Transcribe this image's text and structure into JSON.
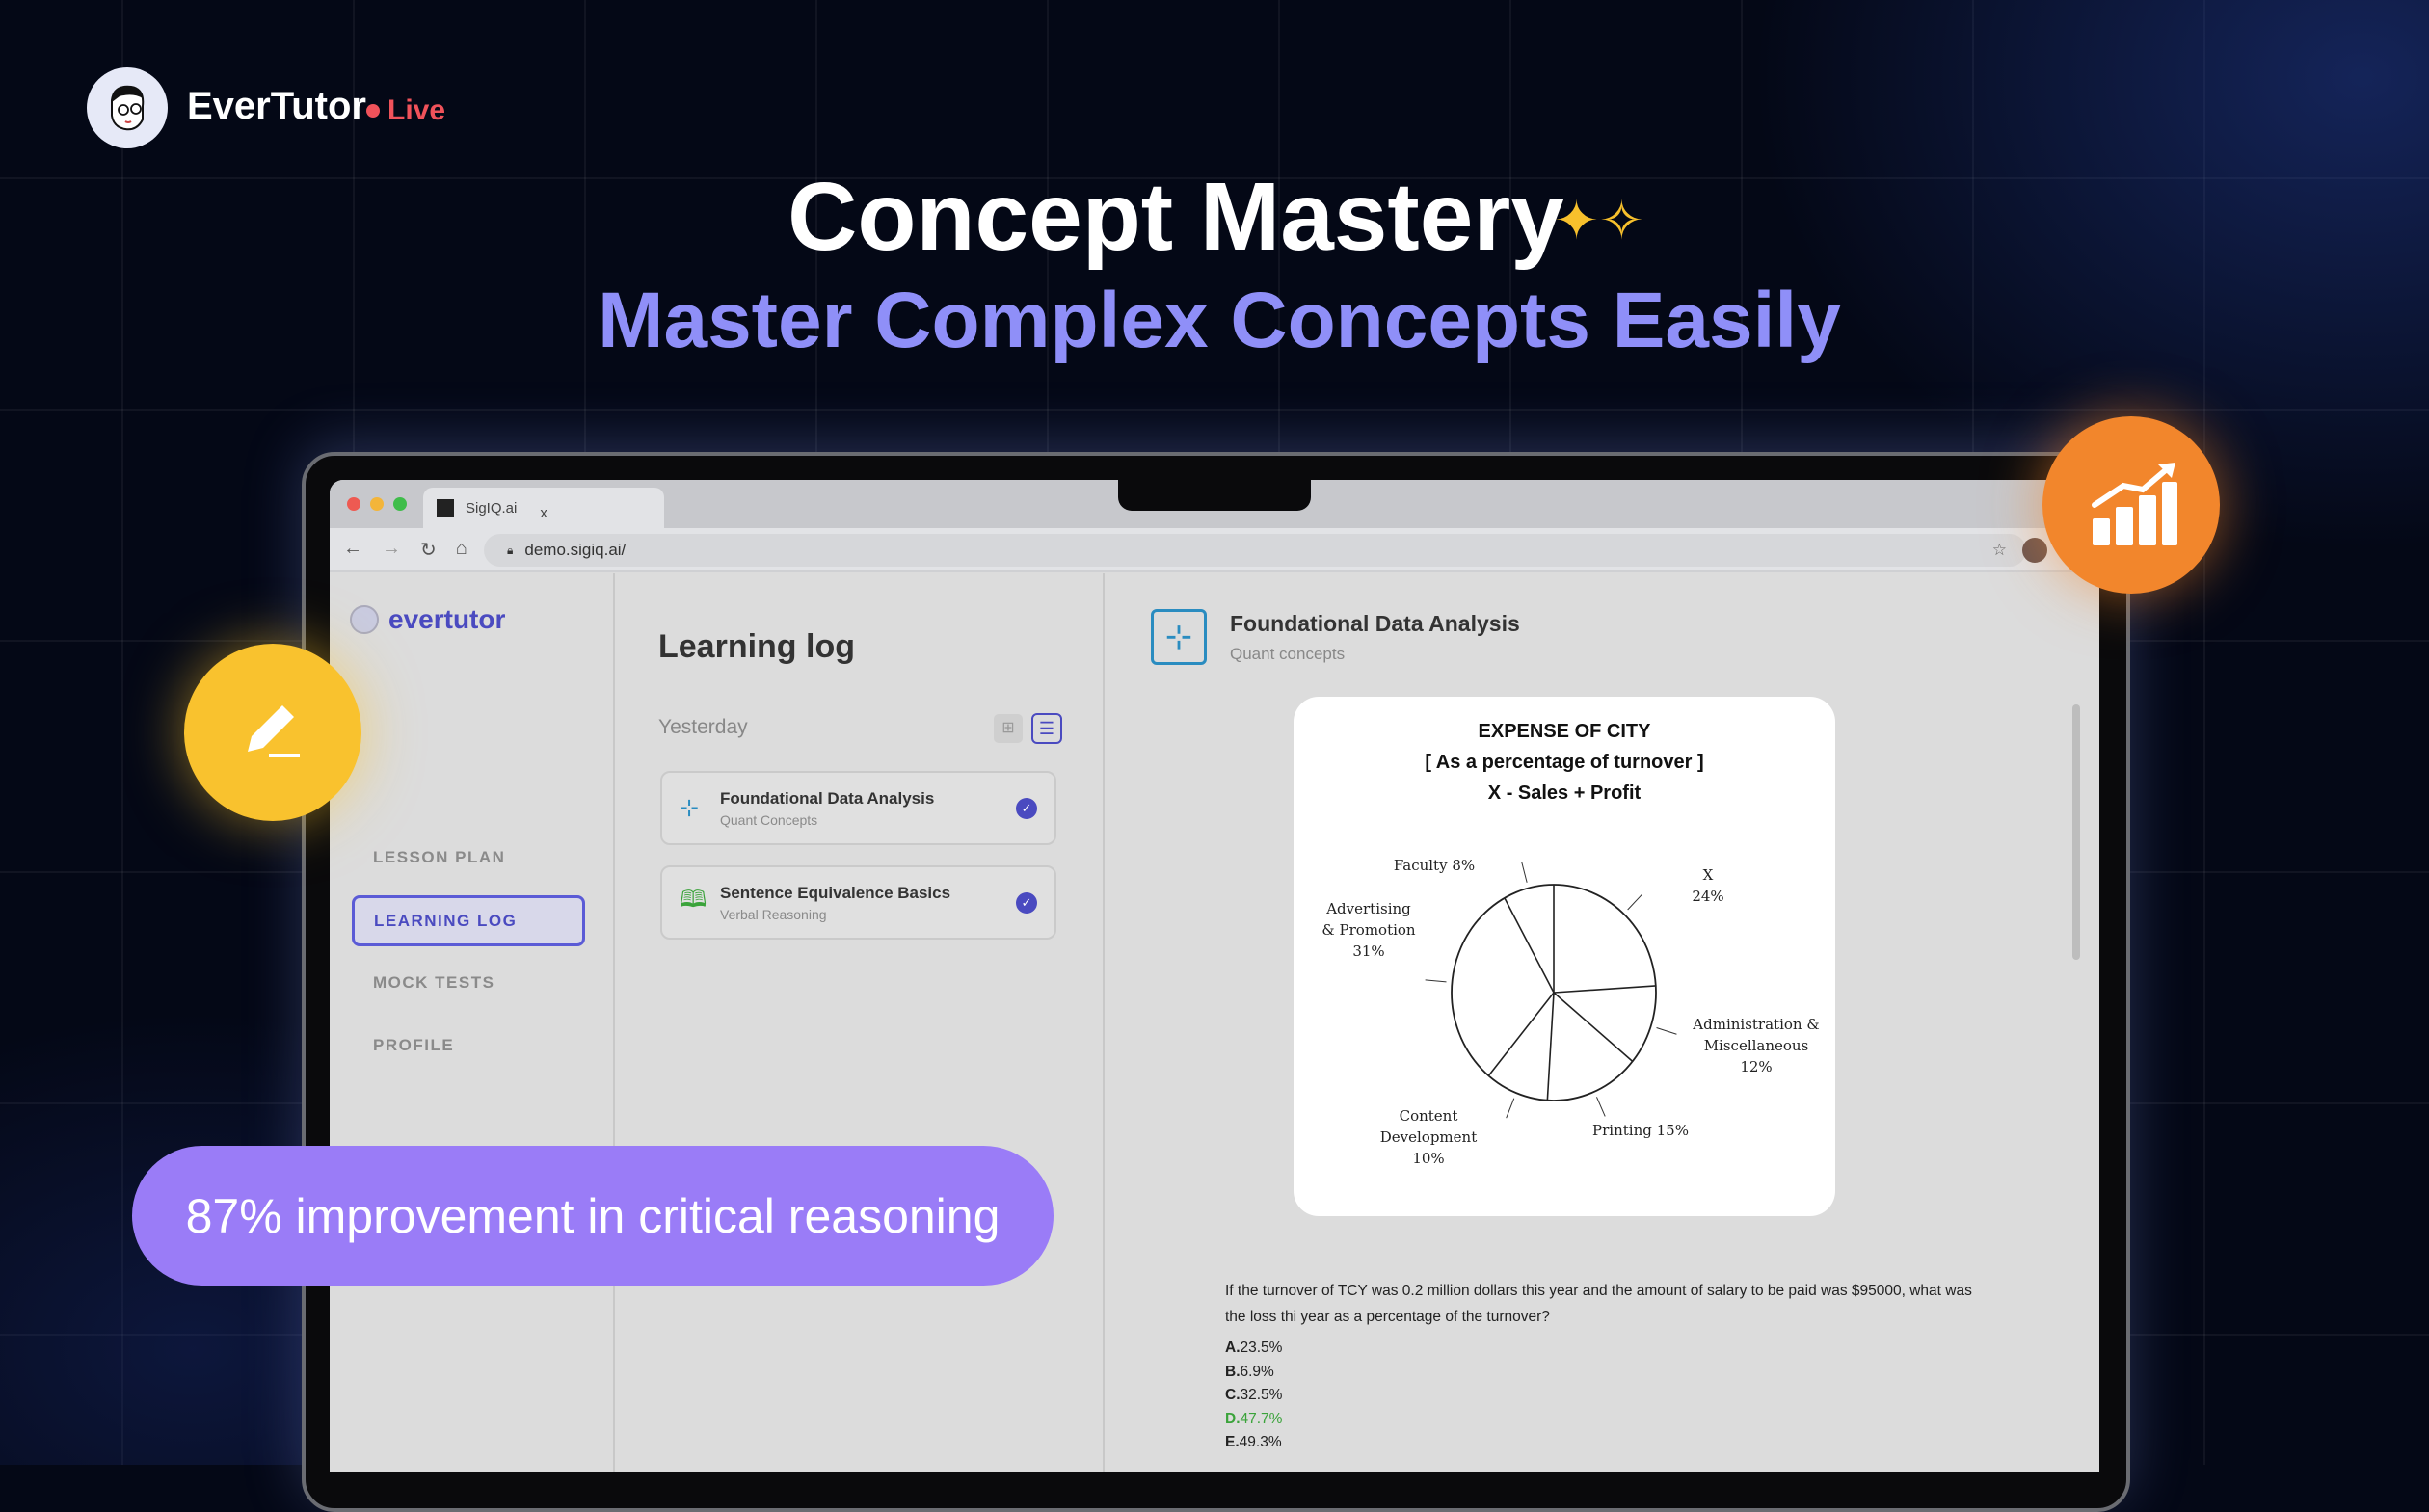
{
  "brand": {
    "name": "EverTutor",
    "live": "Live"
  },
  "hero": {
    "title": "Concept Mastery",
    "sparkle": "✦✧",
    "subtitle": "Master Complex Concepts Easily"
  },
  "browser": {
    "tab_title": "SigIQ.ai",
    "tab_close": "x",
    "url": "demo.sigiq.ai/"
  },
  "app": {
    "logo": "evertutor",
    "nav": [
      {
        "label": "LESSON PLAN"
      },
      {
        "label": "LEARNING LOG"
      },
      {
        "label": "MOCK TESTS"
      },
      {
        "label": "PROFILE"
      }
    ],
    "log_title": "Learning log",
    "group_label": "Yesterday",
    "cards": [
      {
        "title": "Foundational Data Analysis",
        "subtitle": "Quant Concepts"
      },
      {
        "title": "Sentence Equivalence Basics",
        "subtitle": "Verbal Reasoning"
      }
    ],
    "detail": {
      "title": "Foundational Data Analysis",
      "subtitle": "Quant concepts"
    },
    "question": "If the turnover of TCY was 0.2 million dollars this year and the amount of salary to be paid was $95000, what was the loss thi year as a percentage of the turnover?",
    "options": [
      {
        "key": "A.",
        "value": "23.5%"
      },
      {
        "key": "B.",
        "value": "6.9%"
      },
      {
        "key": "C.",
        "value": "32.5%"
      },
      {
        "key": "D.",
        "value": "47.7%",
        "correct": true
      },
      {
        "key": "E.",
        "value": "49.3%"
      }
    ]
  },
  "chart_data": {
    "type": "pie",
    "title": "EXPENSE OF CITY",
    "subtitle": "[ As a percentage of turnover ]",
    "note": "X - Sales + Profit",
    "slices": [
      {
        "name": "X",
        "value": 24,
        "label_lines": [
          "X",
          "24%"
        ]
      },
      {
        "name": "Administration & Miscellaneous",
        "value": 12,
        "label_lines": [
          "Administration &",
          "Miscellaneous",
          "12%"
        ]
      },
      {
        "name": "Printing",
        "value": 15,
        "label_lines": [
          "Printing 15%"
        ]
      },
      {
        "name": "Content Development",
        "value": 10,
        "label_lines": [
          "Content",
          "Development",
          "10%"
        ]
      },
      {
        "name": "Advertising & Promotion",
        "value": 31,
        "label_lines": [
          "Advertising",
          "& Promotion",
          "31%"
        ]
      },
      {
        "name": "Faculty",
        "value": 8,
        "label_lines": [
          "Faculty 8%"
        ]
      }
    ]
  },
  "stat": "87% improvement in critical reasoning",
  "colors": {
    "accent": "#8f8ff8",
    "live": "#f0525a",
    "pill": "#9a7cf7",
    "pencil": "#f9c22e",
    "growth": "#f2862c",
    "correct": "#3aa33a"
  }
}
